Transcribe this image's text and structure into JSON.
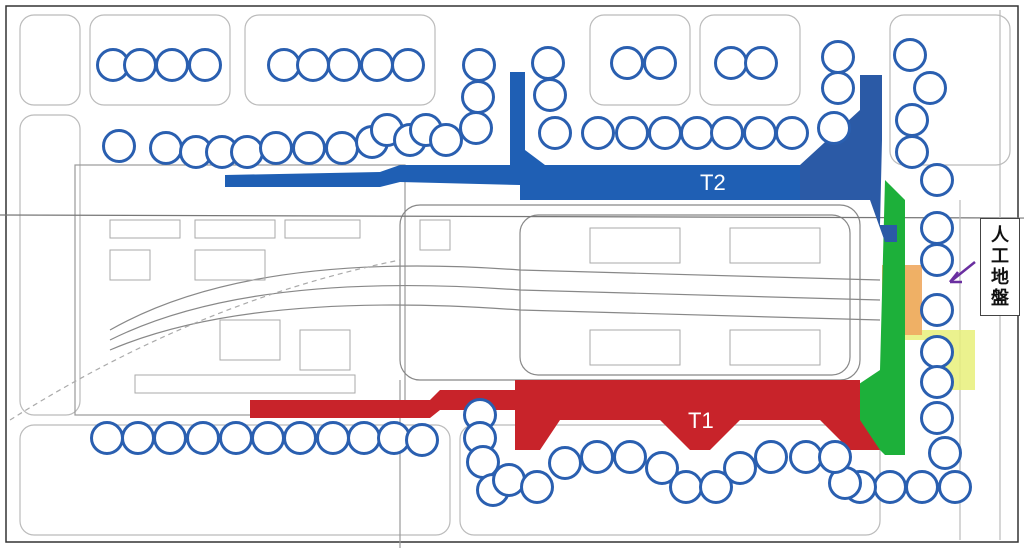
{
  "terminals": {
    "t2": {
      "label": "T2",
      "color": "#1f5fb4"
    },
    "t1": {
      "label": "T1",
      "color": "#c8232a"
    }
  },
  "annotation": {
    "label_chars": [
      "人",
      "工",
      "地",
      "盤"
    ],
    "arrow_color": "#6a2fa0"
  },
  "colors": {
    "green_zone": "#1db03a",
    "orange_zone": "#f0a860",
    "yellow_zone": "#e8f07a",
    "stand_circle": "#2a5fb0"
  }
}
